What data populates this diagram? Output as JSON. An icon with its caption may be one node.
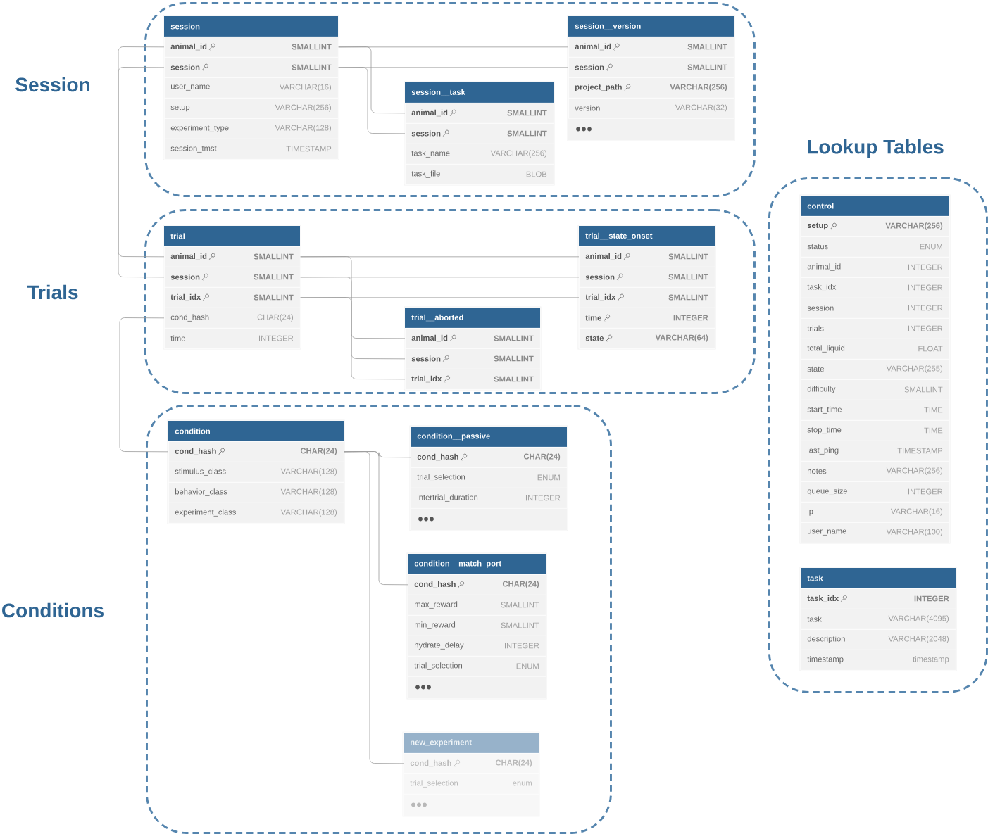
{
  "diagram": {
    "nodes": [
      {
        "text": [
          "Session"
        ]
      },
      {
        "text": [
          "session"
        ],
        "in": 0
      },
      {
        "text": [
          "animal_id",
          "SMALLINT"
        ],
        "in": 1
      },
      {
        "text": [
          "session",
          "SMALLINT"
        ],
        "in": 1
      },
      {
        "text": [
          "user_name",
          "VARCHAR(16)"
        ],
        "in": 1
      },
      {
        "text": [
          "setup",
          "VARCHAR(256)"
        ],
        "in": 1
      },
      {
        "text": [
          "experiment_type",
          "VARCHAR(128)"
        ],
        "in": 1
      },
      {
        "text": [
          "session_tmst",
          "TIMESTAMP"
        ],
        "in": 1
      },
      {
        "text": [
          "session__task"
        ],
        "in": 0
      },
      {
        "text": [
          "animal_id",
          "SMALLINT"
        ],
        "in": 8
      },
      {
        "text": [
          "session",
          "SMALLINT"
        ],
        "in": 8
      },
      {
        "text": [
          "task_name",
          "VARCHAR(256)"
        ],
        "in": 8
      },
      {
        "text": [
          "task_file",
          "BLOB"
        ],
        "in": 8
      },
      {
        "text": [
          "session__version"
        ],
        "in": 0
      },
      {
        "text": [
          "animal_id",
          "SMALLINT"
        ],
        "in": 13
      },
      {
        "text": [
          "session",
          "SMALLINT"
        ],
        "in": 13
      },
      {
        "text": [
          "project_path",
          "VARCHAR(256)"
        ],
        "in": 13
      },
      {
        "text": [
          "version",
          "VARCHAR(32)"
        ],
        "in": 13
      },
      {
        "text": [
          "Trials"
        ]
      },
      {
        "text": [
          "trial"
        ],
        "in": 18
      },
      {
        "text": [
          "animal_id",
          "SMALLINT"
        ],
        "in": 19
      },
      {
        "text": [
          "session",
          "SMALLINT"
        ],
        "in": 19
      },
      {
        "text": [
          "trial_idx",
          "SMALLINT"
        ],
        "in": 19
      },
      {
        "text": [
          "cond_hash",
          "CHAR(24)"
        ],
        "in": 19
      },
      {
        "text": [
          "time",
          "INTEGER"
        ],
        "in": 19
      },
      {
        "text": [
          "trial__aborted"
        ],
        "in": 18
      },
      {
        "text": [
          "animal_id",
          "SMALLINT"
        ],
        "in": 25
      },
      {
        "text": [
          "session",
          "SMALLINT"
        ],
        "in": 25
      },
      {
        "text": [
          "trial_idx",
          "SMALLINT"
        ],
        "in": 25
      },
      {
        "text": [
          "trial__state_onset"
        ],
        "in": 18
      },
      {
        "text": [
          "animal_id",
          "SMALLINT"
        ],
        "in": 29
      },
      {
        "text": [
          "session",
          "SMALLINT"
        ],
        "in": 29
      },
      {
        "text": [
          "trial_idx",
          "SMALLINT"
        ],
        "in": 29
      },
      {
        "text": [
          "time",
          "INTEGER"
        ],
        "in": 29
      },
      {
        "text": [
          "state",
          "VARCHAR(64)"
        ],
        "in": 29
      },
      {
        "text": [
          "Conditions"
        ]
      },
      {
        "text": [
          "condition"
        ],
        "in": 35
      },
      {
        "text": [
          "cond_hash",
          "CHAR(24)"
        ],
        "in": 36
      },
      {
        "text": [
          "stimulus_class",
          "VARCHAR(128)"
        ],
        "in": 36
      },
      {
        "text": [
          "behavior_class",
          "VARCHAR(128)"
        ],
        "in": 36
      },
      {
        "text": [
          "experiment_class",
          "VARCHAR(128)"
        ],
        "in": 36
      },
      {
        "text": [
          "condition__passive"
        ],
        "in": 35
      },
      {
        "text": [
          "cond_hash",
          "CHAR(24)"
        ],
        "in": 41
      },
      {
        "text": [
          "trial_selection",
          "ENUM"
        ],
        "in": 41
      },
      {
        "text": [
          "intertrial_duration",
          "INTEGER"
        ],
        "in": 41
      },
      {
        "text": [
          "condition__match_port"
        ],
        "in": 35
      },
      {
        "text": [
          "cond_hash",
          "CHAR(24)"
        ],
        "in": 45
      },
      {
        "text": [
          "max_reward",
          "SMALLINT"
        ],
        "in": 45
      },
      {
        "text": [
          "min_reward",
          "SMALLINT"
        ],
        "in": 45
      },
      {
        "text": [
          "hydrate_delay",
          "INTEGER"
        ],
        "in": 45
      },
      {
        "text": [
          "trial_selection",
          "ENUM"
        ],
        "in": 45
      },
      {
        "text": [
          "new_experiment"
        ],
        "in": 35
      },
      {
        "text": [
          "cond_hash",
          "CHAR(24)"
        ],
        "in": 51
      },
      {
        "text": [
          "trial_selection",
          "enum"
        ],
        "in": 51
      },
      {
        "text": [
          "Lookup Tables"
        ]
      },
      {
        "text": [
          "control"
        ],
        "in": 54
      },
      {
        "text": [
          "setup",
          "VARCHAR(256)"
        ],
        "in": 55
      },
      {
        "text": [
          "status",
          "ENUM"
        ],
        "in": 55
      },
      {
        "text": [
          "animal_id",
          "INTEGER"
        ],
        "in": 55
      },
      {
        "text": [
          "task_idx",
          "INTEGER"
        ],
        "in": 55
      },
      {
        "text": [
          "session",
          "INTEGER"
        ],
        "in": 55
      },
      {
        "text": [
          "trials",
          "INTEGER"
        ],
        "in": 55
      },
      {
        "text": [
          "total_liquid",
          "FLOAT"
        ],
        "in": 55
      },
      {
        "text": [
          "state",
          "VARCHAR(255)"
        ],
        "in": 55
      },
      {
        "text": [
          "difficulty",
          "SMALLINT"
        ],
        "in": 55
      },
      {
        "text": [
          "start_time",
          "TIME"
        ],
        "in": 55
      },
      {
        "text": [
          "stop_time",
          "TIME"
        ],
        "in": 55
      },
      {
        "text": [
          "last_ping",
          "TIMESTAMP"
        ],
        "in": 55
      },
      {
        "text": [
          "notes",
          "VARCHAR(256)"
        ],
        "in": 55
      },
      {
        "text": [
          "queue_size",
          "INTEGER"
        ],
        "in": 55
      },
      {
        "text": [
          "ip",
          "VARCHAR(16)"
        ],
        "in": 55
      },
      {
        "text": [
          "user_name",
          "VARCHAR(100)"
        ],
        "in": 55
      },
      {
        "text": [
          "task"
        ],
        "in": 54
      },
      {
        "text": [
          "task_idx",
          "INTEGER"
        ],
        "in": 72
      },
      {
        "text": [
          "task",
          "VARCHAR(4095)"
        ],
        "in": 72
      },
      {
        "text": [
          "description",
          "VARCHAR(2048)"
        ],
        "in": 72
      },
      {
        "text": [
          "timestamp",
          "timestamp"
        ],
        "in": 72
      }
    ],
    "edges": [
      {
        "from": 2,
        "to": 14,
        "arrow": "none"
      },
      {
        "from": 3,
        "to": 15,
        "arrow": "none"
      },
      {
        "from": 2,
        "to": 9,
        "arrow": "none"
      },
      {
        "from": 3,
        "to": 10,
        "arrow": "none"
      },
      {
        "from": 2,
        "to": 20,
        "arrow": "none"
      },
      {
        "from": 3,
        "to": 21,
        "arrow": "none"
      },
      {
        "from": 20,
        "to": 30,
        "arrow": "none"
      },
      {
        "from": 21,
        "to": 31,
        "arrow": "none"
      },
      {
        "from": 22,
        "to": 32,
        "arrow": "none"
      },
      {
        "from": 20,
        "to": 26,
        "arrow": "none"
      },
      {
        "from": 21,
        "to": 27,
        "arrow": "none"
      },
      {
        "from": 22,
        "to": 28,
        "arrow": "none"
      },
      {
        "from": 23,
        "to": 37,
        "arrow": "none"
      },
      {
        "from": 37,
        "to": 42,
        "arrow": "none"
      },
      {
        "from": 37,
        "to": 46,
        "arrow": "none"
      },
      {
        "from": 37,
        "to": 52,
        "arrow": "none"
      }
    ]
  }
}
